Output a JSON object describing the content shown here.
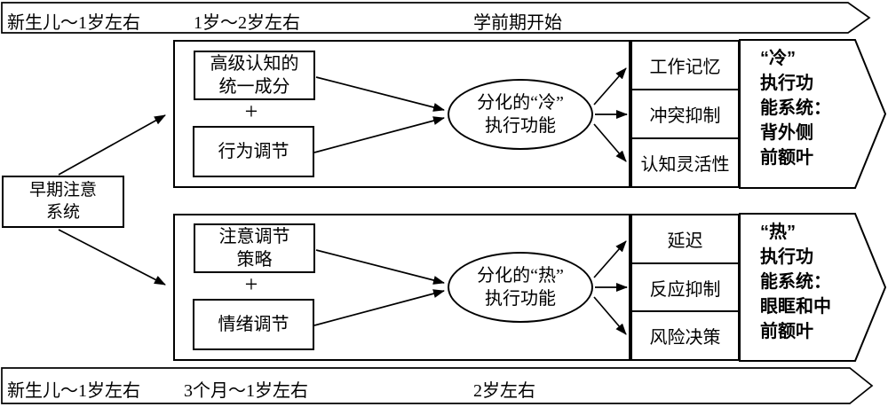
{
  "colors": {
    "ink": "#000000",
    "paper": "#ffffff"
  },
  "top_banner": {
    "stages": [
      "新生儿～1岁左右",
      "1岁～2岁左右",
      "学前期开始"
    ]
  },
  "bottom_banner": {
    "stages": [
      "新生儿～1岁左右",
      "3个月～1岁左右",
      "2岁左右"
    ]
  },
  "root": {
    "label": "早期注意\n系统"
  },
  "cool": {
    "component_a": "高级认知的\n统一成分",
    "plus": "+",
    "component_b": "行为调节",
    "hub": "分化的“冷”\n执行功能",
    "outputs": [
      "工作记忆",
      "冲突抑制",
      "认知灵活性"
    ],
    "system": "“冷”\n执行功\n能系统：\n背外侧\n前额叶"
  },
  "hot": {
    "component_a": "注意调节\n策略",
    "plus": "+",
    "component_b": "情绪调节",
    "hub": "分化的“热”\n执行功能",
    "outputs": [
      "延迟",
      "反应抑制",
      "风险决策"
    ],
    "system": "“热”\n执行功\n能系统：\n眼眶和中\n前额叶"
  }
}
